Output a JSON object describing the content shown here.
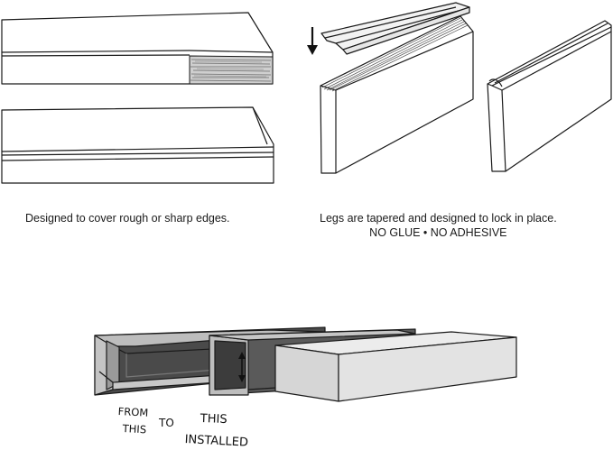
{
  "captions": {
    "left": "Designed to cover rough or sharp edges.",
    "right_line1": "Legs are tapered and designed to lock in place.",
    "right_line2": "NO GLUE • NO ADHESIVE"
  },
  "bottom_labels": {
    "from": "FROM",
    "this_1": "THIS",
    "to": "TO",
    "this_2": "THIS",
    "installed": "INSTALLED"
  },
  "icons": {
    "down_arrow": "down-arrow-icon",
    "vertical_double_arrow": "up-down-arrow-icon"
  },
  "colors": {
    "line": "#1a1a1a",
    "board_face": "#ffffff",
    "cap_channel_dark": "#4a4a4a",
    "cap_metal": "#bdbdbd",
    "board_grey": "#d6d6d6"
  }
}
